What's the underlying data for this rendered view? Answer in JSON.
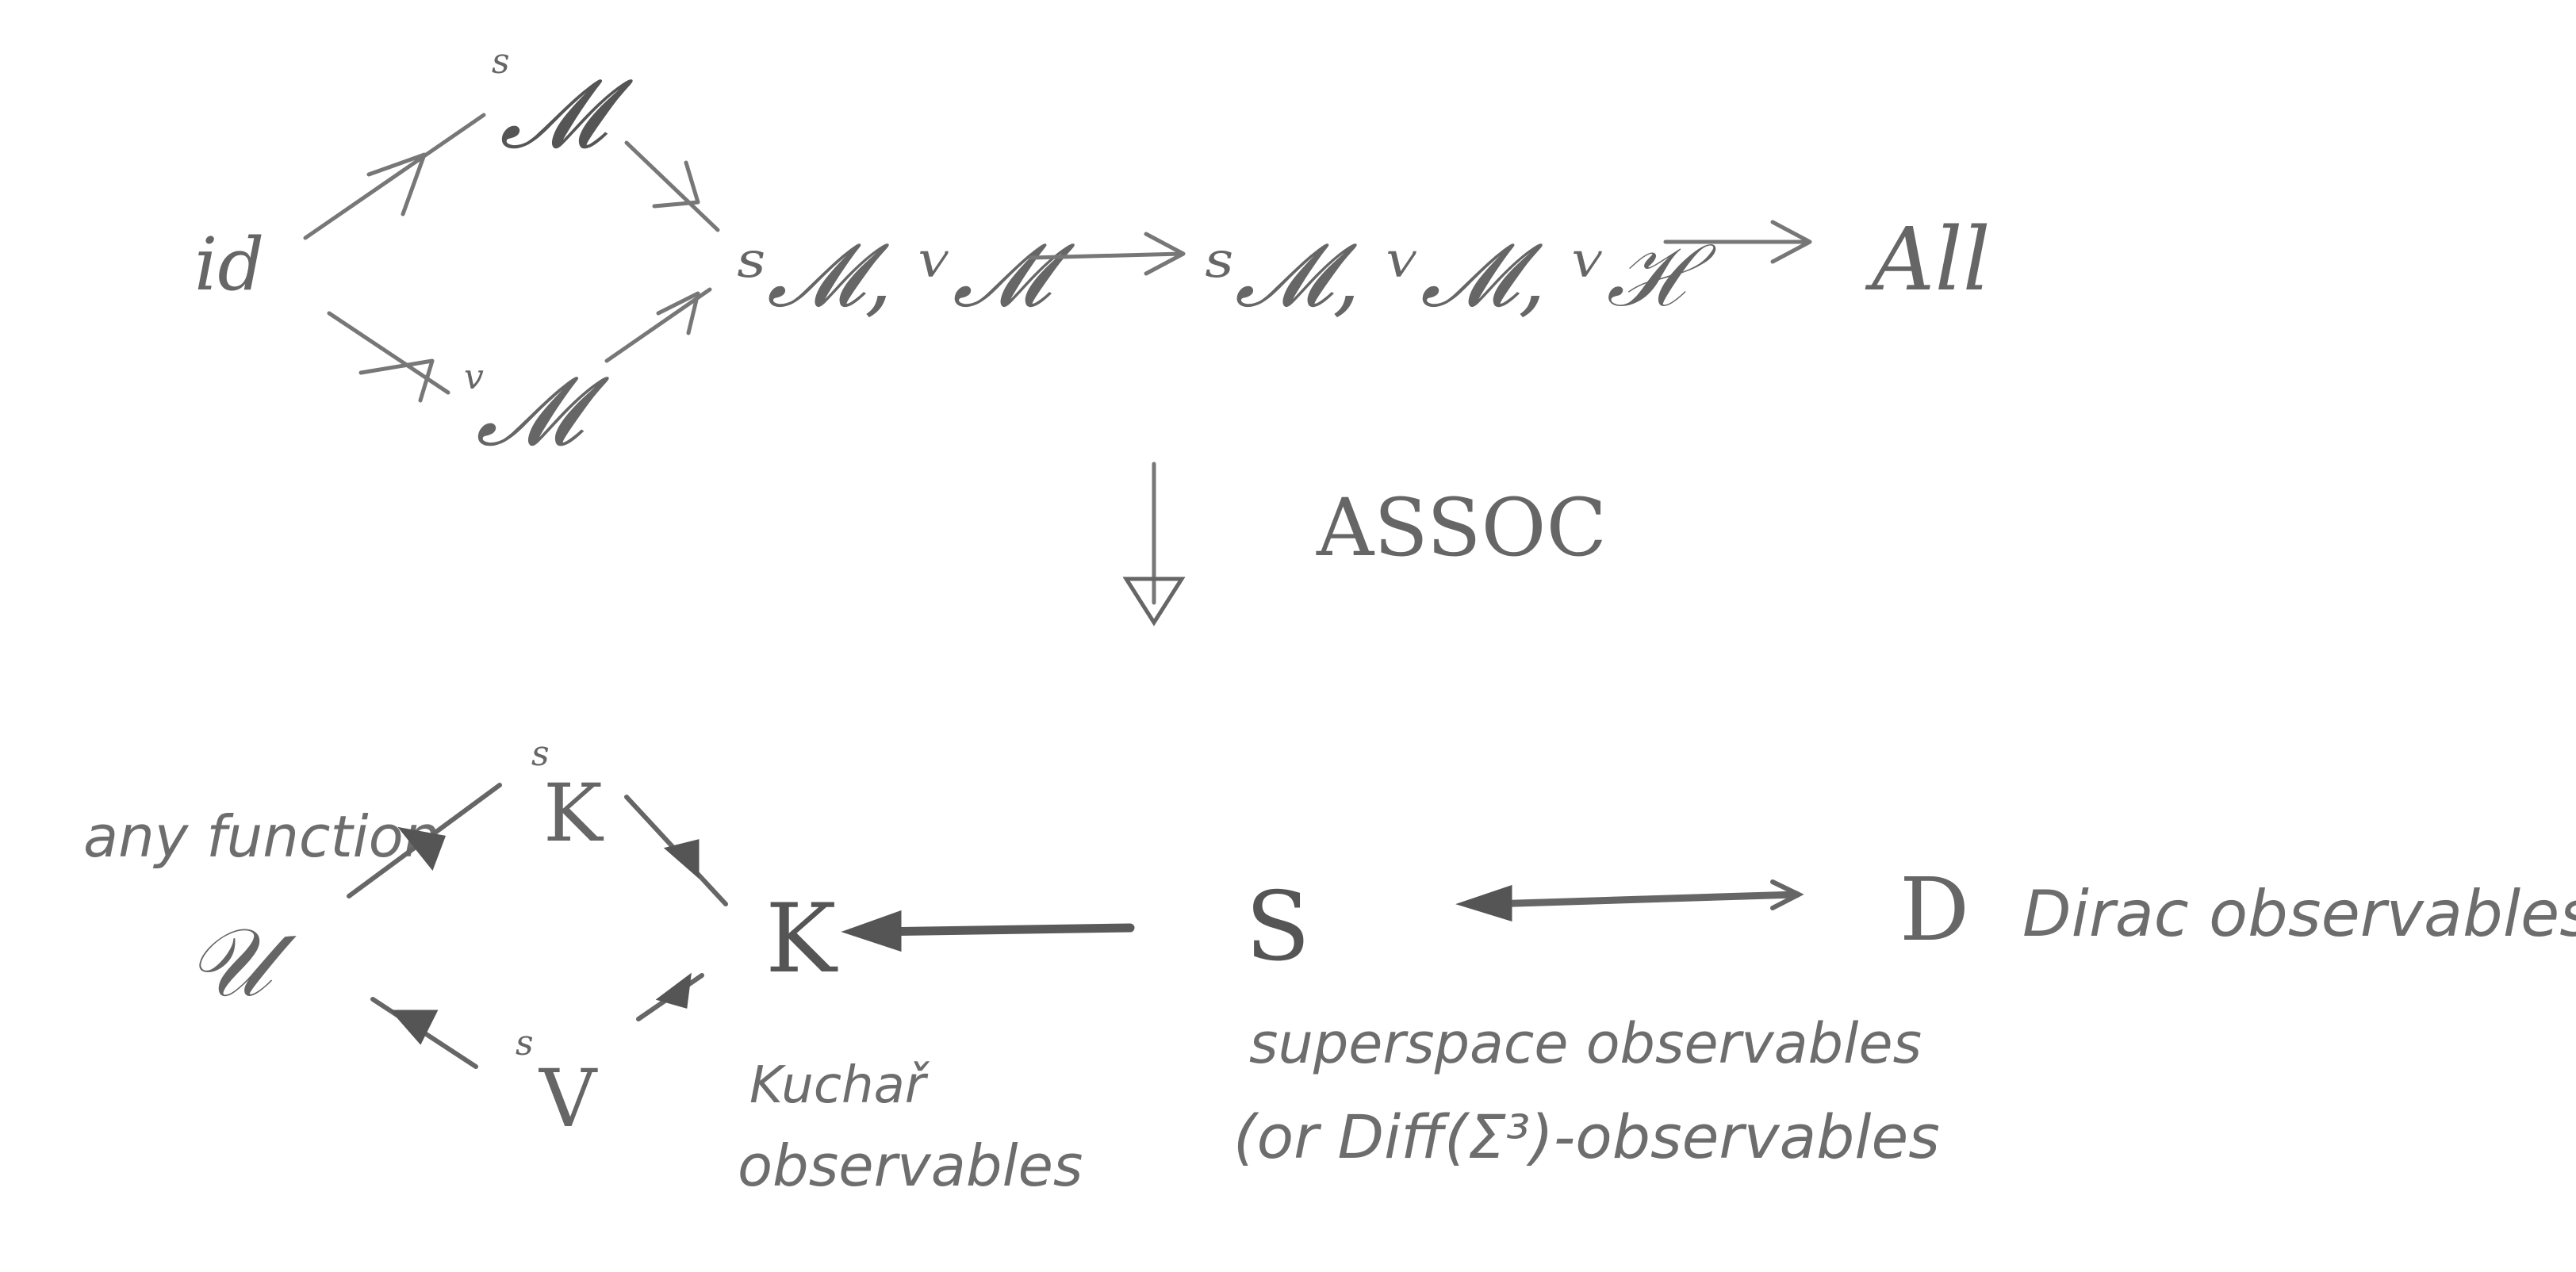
{
  "top_row": {
    "id": "id",
    "sm": {
      "sup": "s",
      "base": "𝓜"
    },
    "vm": {
      "sup": "v",
      "base": "𝓜"
    },
    "sm_vm": "ˢ𝓜, ᵛ𝓜",
    "sm_vm_vh": "ˢ𝓜, ᵛ𝓜, ᵛℋ",
    "all": "All"
  },
  "assoc_label": "ASSOC",
  "bottom_row": {
    "u_note": "any function",
    "u": "𝒰",
    "sk": {
      "sup": "s",
      "base": "K"
    },
    "sv": {
      "sup": "s",
      "base": "V"
    },
    "k": "K",
    "k_note_line1": "Kuchař",
    "k_note_line2": "observables",
    "s": "S",
    "s_note_line1": "superspace observables",
    "s_note_line2": "(or Diff(Σ³)-observables",
    "d": "D",
    "d_note": "Dirac observables"
  },
  "colors": {
    "pencil": "#666666",
    "pencil_dark": "#555555",
    "background": "#ffffff"
  }
}
